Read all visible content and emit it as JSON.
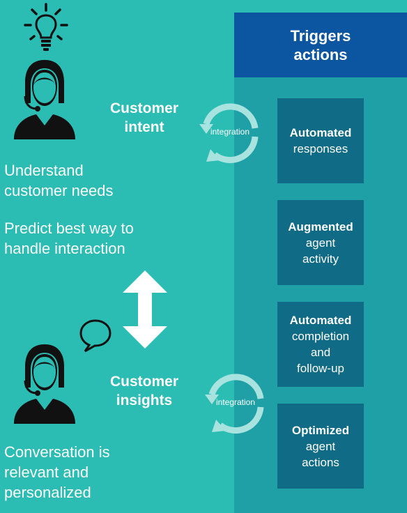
{
  "right_panel": {
    "title": "Triggers\nactions",
    "cards": [
      {
        "title": "Automated",
        "body": "responses"
      },
      {
        "title": "Augmented",
        "body": "agent\nactivity"
      },
      {
        "title": "Automated",
        "body": "completion\nand\nfollow-up"
      },
      {
        "title": "Optimized",
        "body": "agent\nactions"
      }
    ]
  },
  "top_section": {
    "label": "Customer\nintent",
    "cycle_label": "integration",
    "desc_1": "Understand\ncustomer needs",
    "desc_2": "Predict best way to\nhandle interaction"
  },
  "bottom_section": {
    "label": "Customer\ninsights",
    "cycle_label": "integration",
    "desc": "Conversation is\nrelevant and\npersonalized"
  },
  "colors": {
    "background": "#2bbcb3",
    "right_column": "#1f9fa6",
    "header": "#0c56a1",
    "card": "#0f6b86",
    "icon": "#111111",
    "cycle": "#a8e3df"
  },
  "icons": [
    "lightbulb-icon",
    "agent-headset-icon",
    "speech-bubble-icon",
    "double-arrow-icon",
    "cycle-arrow-icon"
  ]
}
